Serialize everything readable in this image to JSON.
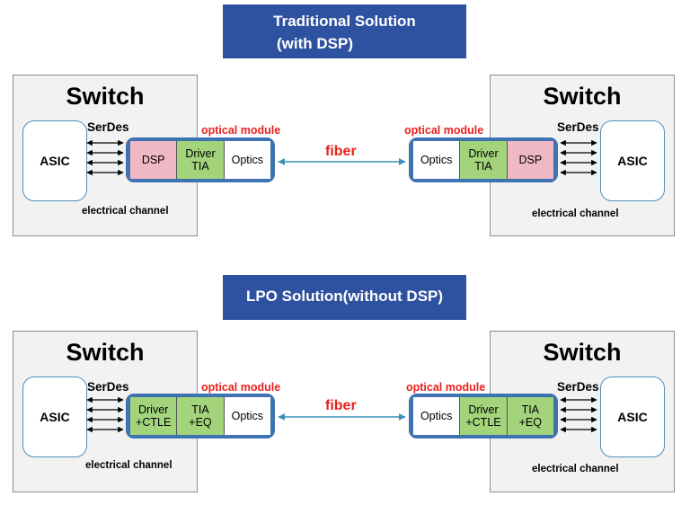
{
  "top_section": {
    "title_line1": "Traditional Solution",
    "title_line2": "(with DSP)",
    "left_switch": {
      "title": "Switch",
      "asic": "ASIC",
      "serdes": "SerDes",
      "electrical_channel": "electrical channel",
      "module_label": "optical module",
      "module_cells": [
        "DSP",
        "Driver\nTIA",
        "Optics"
      ]
    },
    "fiber": "fiber",
    "right_switch": {
      "title": "Switch",
      "asic": "ASIC",
      "serdes": "SerDes",
      "electrical_channel": "electrical channel",
      "module_label": "optical module",
      "module_cells": [
        "Optics",
        "Driver\nTIA",
        "DSP"
      ]
    }
  },
  "bottom_section": {
    "title": "LPO Solution(without DSP)",
    "left_switch": {
      "title": "Switch",
      "asic": "ASIC",
      "serdes": "SerDes",
      "electrical_channel": "electrical channel",
      "module_label": "optical module",
      "module_cells": [
        "Driver\n+CTLE",
        "TIA\n+EQ",
        "Optics"
      ]
    },
    "fiber": "fiber",
    "right_switch": {
      "title": "Switch",
      "asic": "ASIC",
      "serdes": "SerDes",
      "electrical_channel": "electrical channel",
      "module_label": "optical module",
      "module_cells": [
        "Optics",
        "Driver\n+CTLE",
        "TIA\n+EQ"
      ]
    }
  },
  "colors": {
    "title_bar": "#2f52a0",
    "module_frame": "#3d73b0",
    "dsp_block": "#f0b8c4",
    "driver_tia_block": "#a3d47c",
    "optics_block": "#ffffff",
    "label_red": "#e8201d",
    "fiber_arrow": "#3d8fb8"
  }
}
